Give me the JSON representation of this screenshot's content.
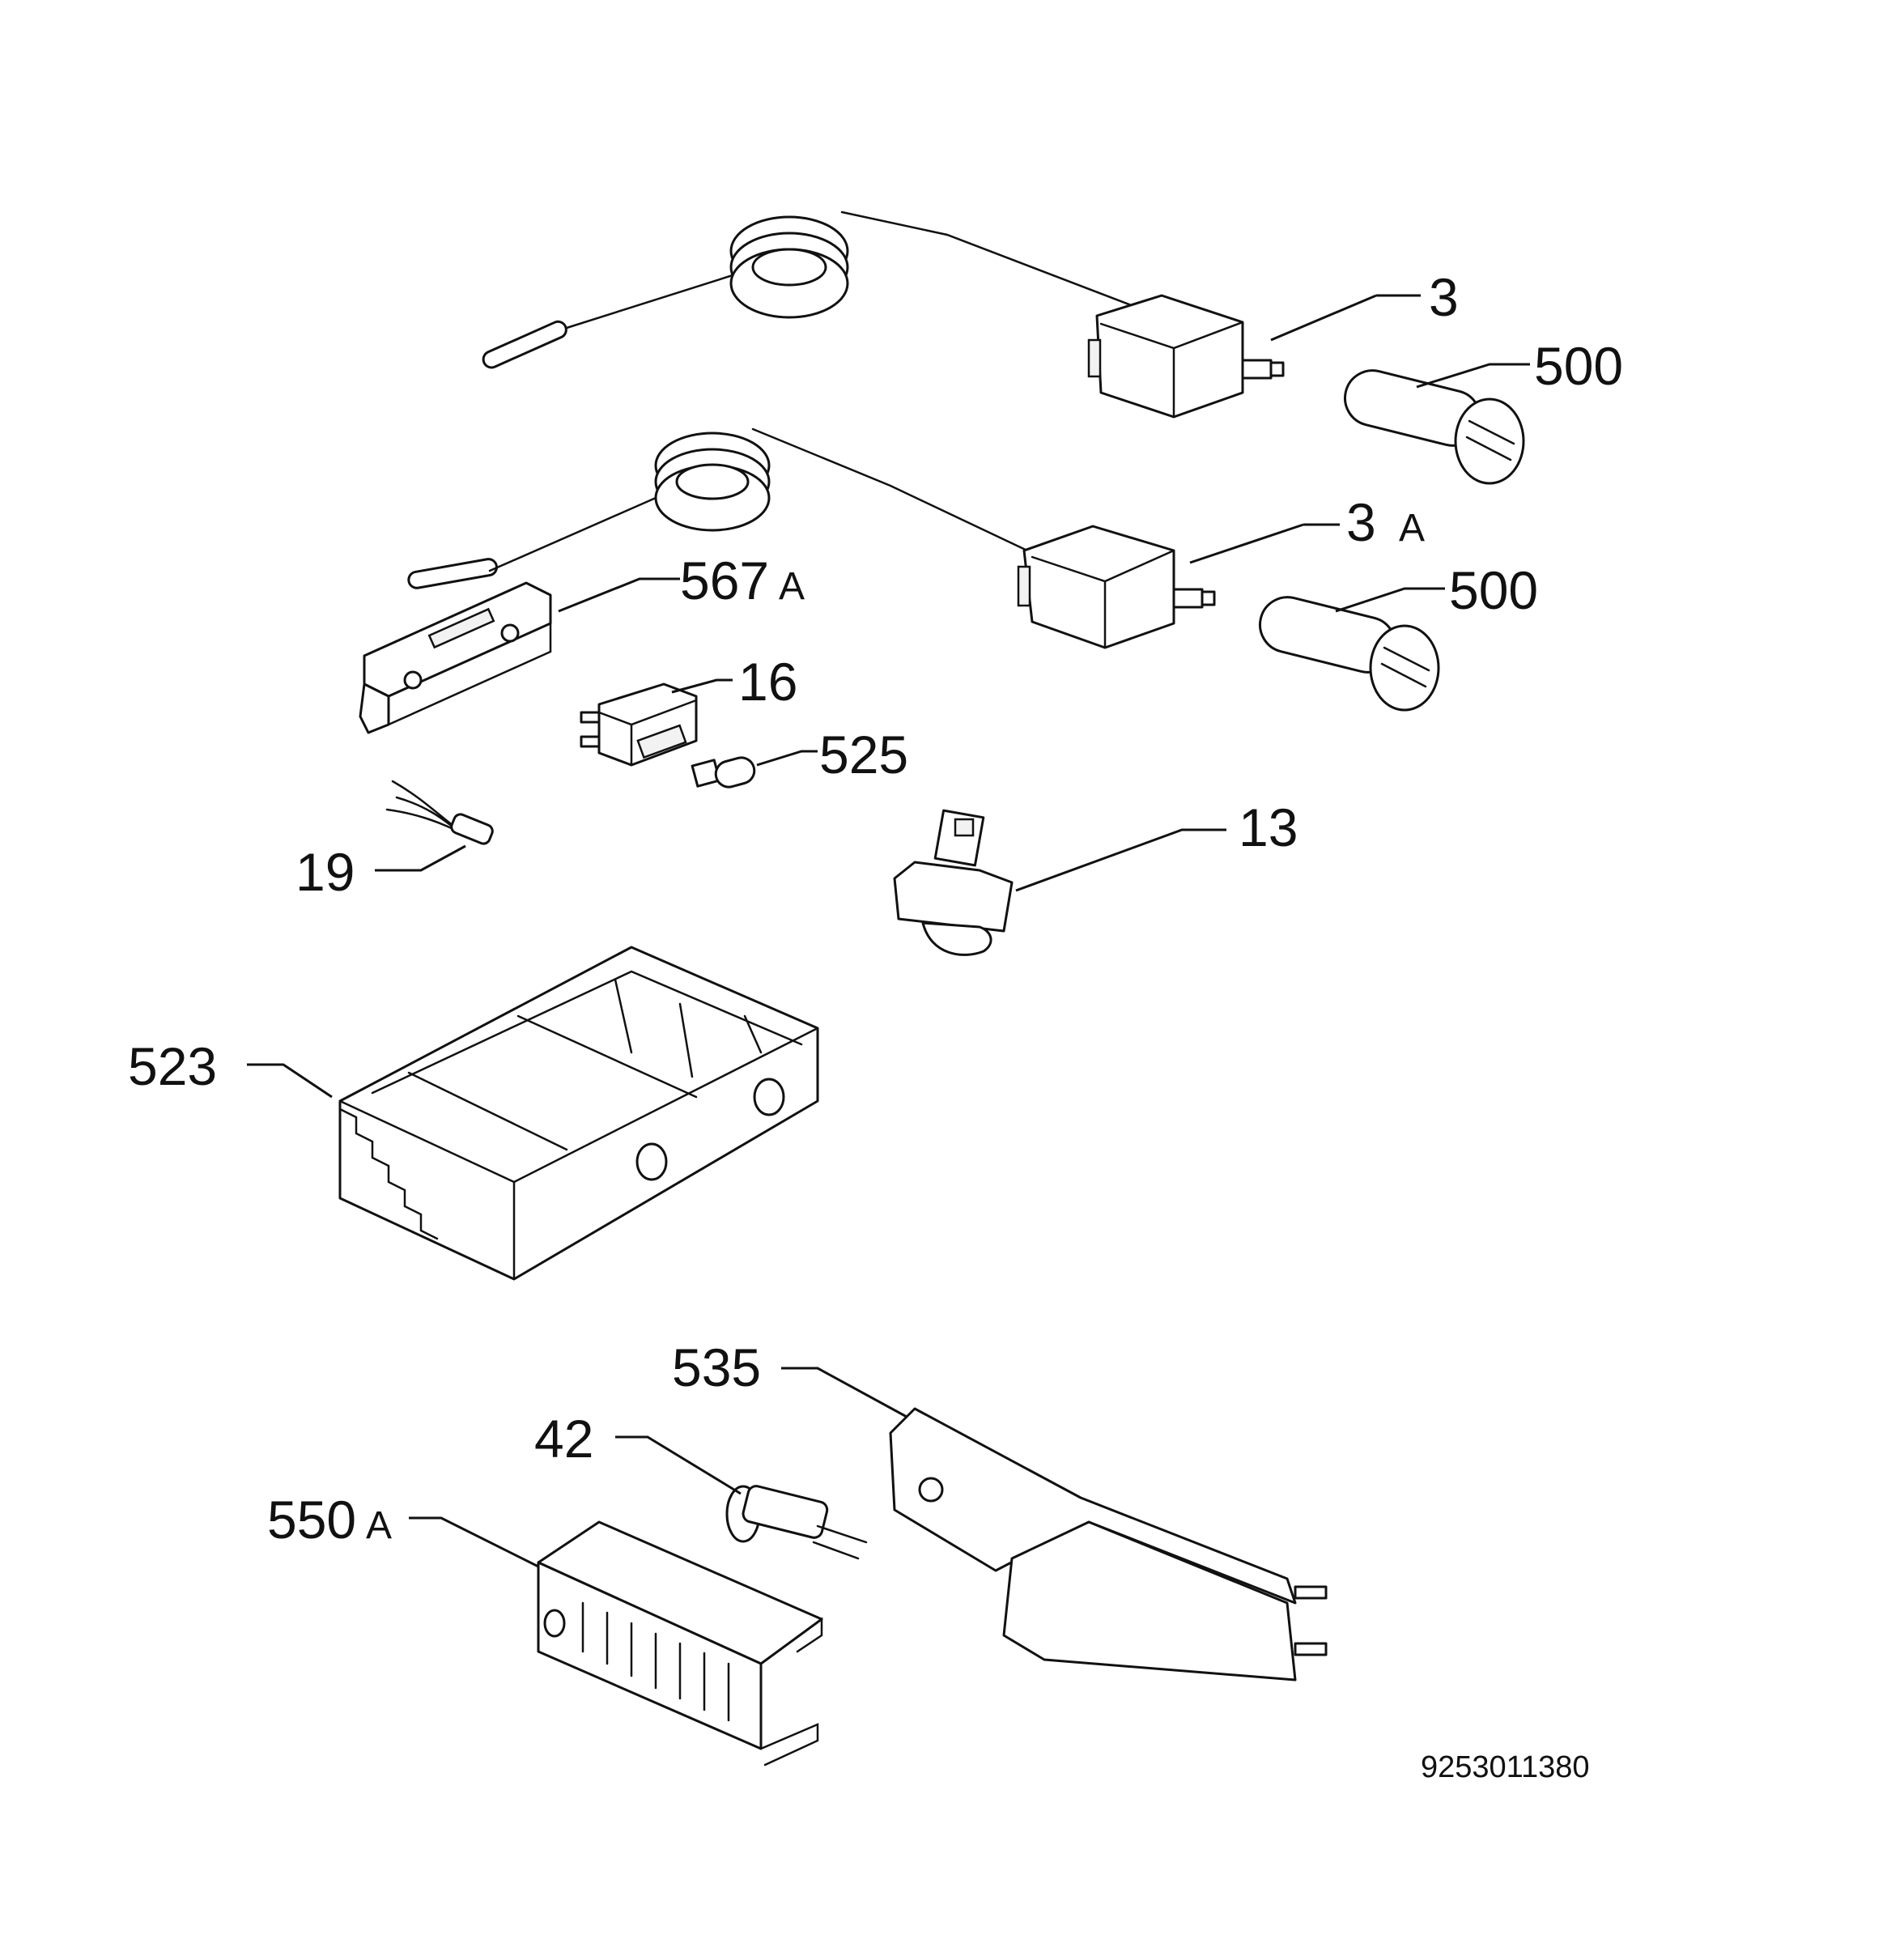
{
  "labels": {
    "p3": "3",
    "p500a": "500",
    "p3a": "3",
    "p3a_suffix": "A",
    "p500b": "500",
    "p567a": "567",
    "p567a_suffix": "A",
    "p16": "16",
    "p525": "525",
    "p19": "19",
    "p13": "13",
    "p523": "523",
    "p535": "535",
    "p42": "42",
    "p550a": "550",
    "p550a_suffix": "A"
  },
  "document_number": "9253011380",
  "colors": {
    "ink": "#111111",
    "paper": "#ffffff"
  }
}
